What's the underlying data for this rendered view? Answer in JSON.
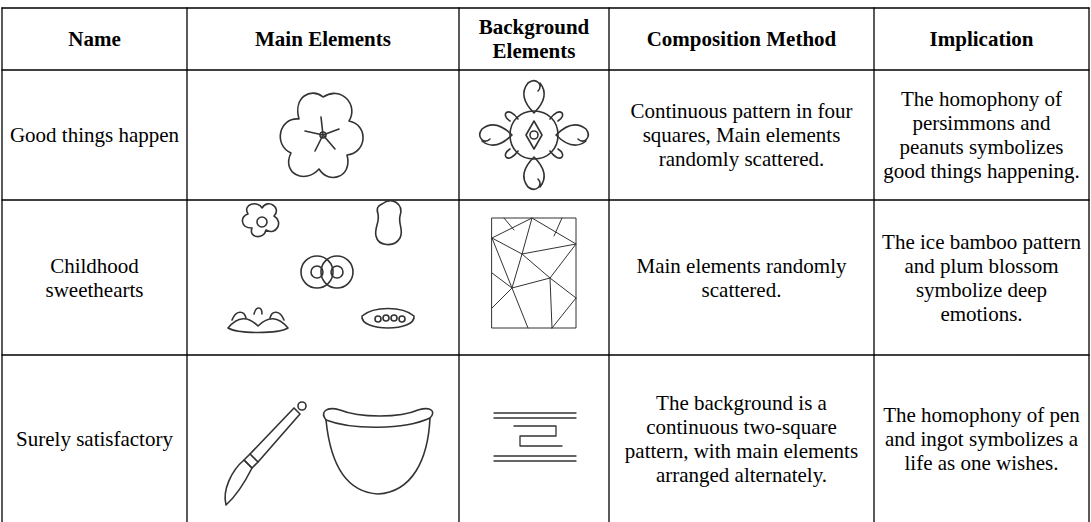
{
  "diagram": {
    "labels": [
      "Name",
      "Main Elements",
      "Background Elements",
      "Composition Method",
      "Implication",
      "Good things happen",
      "Continuous pattern in four squares, Main elements randomly scattered.",
      "The homophony of persimmons and peanuts symbolizes good things happening.",
      "Childhood sweethearts",
      "Main elements randomly scattered.",
      "The ice bamboo pattern and plum blossom symbolize deep emotions.",
      "Surely satisfactory",
      "The background is a continuous two-square pattern, with main elements arranged alternately.",
      "The homophony of pen and ingot symbolizes a life as one wishes."
    ]
  }
}
